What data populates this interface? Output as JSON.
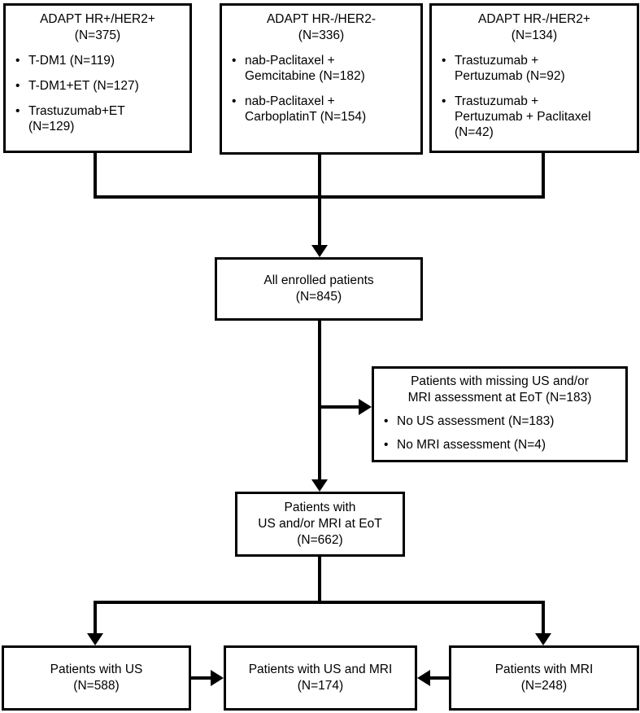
{
  "diagram": {
    "colors": {
      "line": "#000000",
      "text": "#000000",
      "box_border": "#000000",
      "background": "#ffffff"
    },
    "bullet_marker": "•",
    "top_boxes": [
      {
        "title": "ADAPT HR+/HER2+\n(N=375)",
        "bullets": [
          "T-DM1 (N=119)",
          "T-DM1+ET (N=127)",
          "Trastuzumab+ET\n(N=129)"
        ]
      },
      {
        "title": "ADAPT HR-/HER2-\n(N=336)",
        "bullets": [
          "nab-Paclitaxel +\nGemcitabine (N=182)",
          "nab-Paclitaxel +\nCarboplatinT (N=154)"
        ]
      },
      {
        "title": "ADAPT HR-/HER2+\n(N=134)",
        "bullets": [
          "Trastuzumab +\nPertuzumab (N=92)",
          "Trastuzumab +\nPertuzumab + Paclitaxel\n(N=42)"
        ]
      }
    ],
    "enrolled_box": {
      "label": "All enrolled patients\n(N=845)"
    },
    "missing_box": {
      "title": "Patients with missing US and/or\nMRI assessment at EoT (N=183)",
      "bullets": [
        "No US assessment (N=183)",
        "No MRI assessment (N=4)"
      ]
    },
    "eot_box": {
      "label": "Patients with\nUS and/or MRI at EoT\n(N=662)"
    },
    "bottom_boxes": [
      {
        "label": "Patients with US\n(N=588)"
      },
      {
        "label": "Patients with US and MRI\n(N=174)"
      },
      {
        "label": "Patients with MRI\n(N=248)"
      }
    ]
  }
}
